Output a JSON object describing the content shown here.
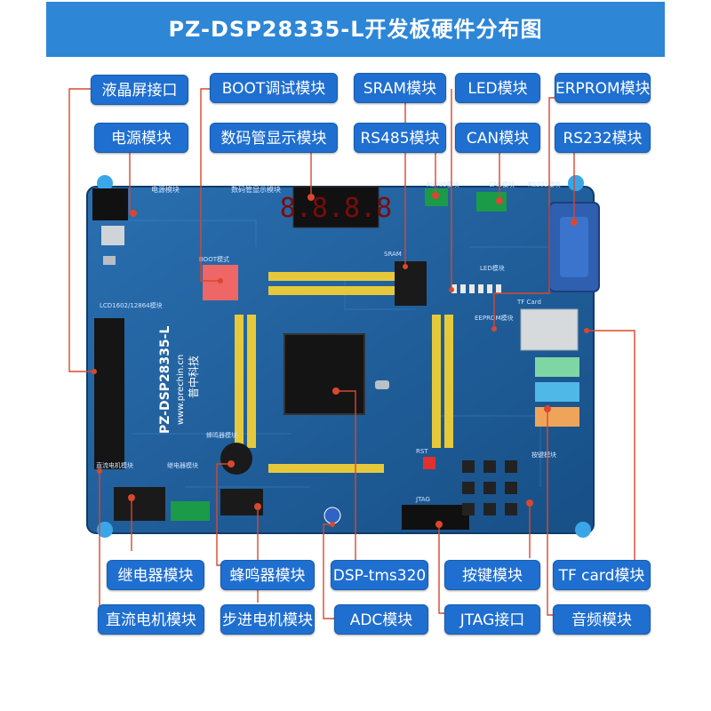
{
  "title": "PZ-DSP28335-L开发板硬件分布图",
  "labels": {
    "lcd": "液晶屏接口",
    "boot": "BOOT调试模块",
    "sram": "SRAM模块",
    "led": "LED模块",
    "erprom": "ERPROM模块",
    "power": "电源模块",
    "seg": "数码管显示模块",
    "rs485": "RS485模块",
    "can": "CAN模块",
    "rs232": "RS232模块",
    "relay": "继电器模块",
    "buzzer": "蜂鸣器模块",
    "dsp": "DSP-tms320",
    "keys": "按键模块",
    "tfcard": "TF card模块",
    "dcmotor": "直流电机模块",
    "stepper": "步进电机模块",
    "adc": "ADC模块",
    "jtag": "JTAG接口",
    "audio": "音频模块"
  },
  "board": {
    "silk_name": "PZ-DSP28335-L",
    "silk_url": "www.prechin.cn",
    "silk_brand": "普中科技",
    "silk_power": "电源模块",
    "silk_seg": "数码管显示模块",
    "silk_boot": "BOOT模式",
    "silk_lcd": "LCD1602/12864模块",
    "silk_sram": "SRAM",
    "silk_led": "LED模块",
    "silk_eeprom": "EEPROM模块",
    "silk_tf": "TF Card",
    "silk_relay": "继电器模块",
    "silk_dc": "直流电机模块",
    "silk_buzzer": "蜂鸣器模块",
    "silk_jtag": "JTAG",
    "silk_keys": "按键模块",
    "silk_rst": "RST",
    "silk_rs485": "RS485模块",
    "silk_rs232": "RS232模块",
    "silk_can": "CAN模块",
    "seg_display": "8.8.8.8"
  },
  "colors": {
    "title_bg": "#2d86d6",
    "label_bg": "#1f6fd1",
    "leader": "#d8482f",
    "pcb": "#1d5d96"
  }
}
